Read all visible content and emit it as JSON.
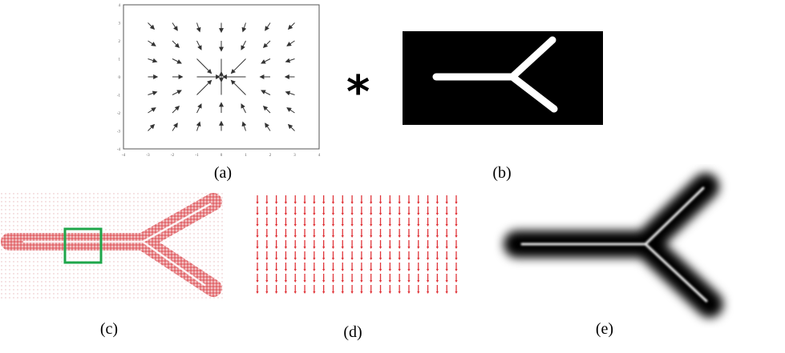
{
  "captions": {
    "a": "(a)",
    "b": "(b)",
    "c": "(c)",
    "d": "(d)",
    "e": "(e)"
  },
  "operator": "*",
  "panel_a": {
    "x_ticks": [
      "-4",
      "-3",
      "-2",
      "-1",
      "0",
      "1",
      "2",
      "3",
      "4"
    ],
    "y_ticks": [
      "4",
      "3",
      "2",
      "1",
      "0",
      "-1",
      "-2",
      "-3",
      "-4"
    ],
    "arrow_color": "#333333"
  },
  "colors": {
    "field_red": "#e0353a",
    "highlight_green": "#1fa64a",
    "background_black": "#000000",
    "stroke_white": "#ffffff"
  }
}
